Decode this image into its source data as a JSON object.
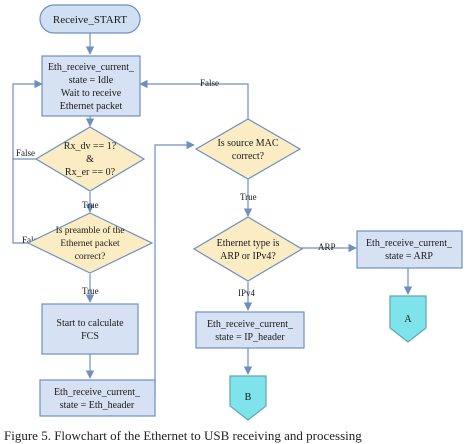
{
  "colors": {
    "process_fill": "#d6e1f3",
    "process_stroke": "#6f8fc0",
    "decision_fill": "#fbecc4",
    "decision_stroke": "#6f8fc0",
    "terminal_fill": "#cfe0f3",
    "connector_fill": "#7fe3ec",
    "connector_stroke": "#5aa7b4",
    "line": "#6f8fc0"
  },
  "nodes": {
    "start": "Receive_START",
    "idle": [
      "Eth_receive_current_",
      "state = Idle",
      "Wait to receive",
      "Ethernet packet"
    ],
    "rx_check": [
      "Rx_dv == 1?",
      "&",
      "Rx_er == 0?"
    ],
    "preamble": [
      "Is preamble of the",
      "Ethernet packet",
      "correct?"
    ],
    "fcs": [
      "Start to calculate",
      "FCS"
    ],
    "eth_header": [
      "Eth_receive_current_",
      "state = Eth_header"
    ],
    "source_mac": [
      "Is source MAC",
      "correct?"
    ],
    "eth_type": [
      "Ethernet type is",
      "ARP or IPv4?"
    ],
    "ip_header": [
      "Eth_receive_current_",
      "state = IP_header"
    ],
    "arp_state": [
      "Eth_receive_current_",
      "state = ARP"
    ],
    "connector_a": "A",
    "connector_b": "B"
  },
  "edge_labels": {
    "false_mac": "False",
    "false_rx": "False",
    "true_rx": "True",
    "false_preamble": "False",
    "true_preamble": "True",
    "true_mac": "True",
    "arp": "ARP",
    "ipv4": "IPv4"
  },
  "caption": "Figure 5.   Flowchart of the Ethernet to USB receiving and processing"
}
